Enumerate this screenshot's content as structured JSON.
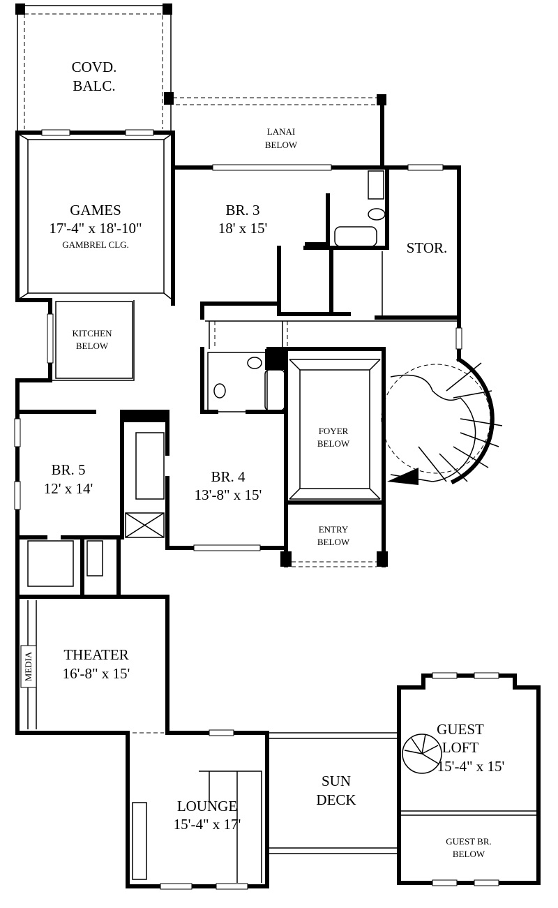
{
  "rooms": {
    "covd_balc": {
      "line1": "COVD.",
      "line2": "BALC."
    },
    "lanai": {
      "line1": "LANAI",
      "line2": "BELOW"
    },
    "games": {
      "name": "GAMES",
      "size": "17'-4\" x 18'-10\"",
      "note": "GAMBREL CLG."
    },
    "br3": {
      "name": "BR. 3",
      "size": "18' x 15'"
    },
    "stor": {
      "name": "STOR."
    },
    "kitchen": {
      "line1": "KITCHEN",
      "line2": "BELOW"
    },
    "foyer": {
      "line1": "FOYER",
      "line2": "BELOW"
    },
    "br5": {
      "name": "BR. 5",
      "size": "12' x 14'"
    },
    "br4": {
      "name": "BR. 4",
      "size": "13'-8\" x 15'"
    },
    "entry": {
      "line1": "ENTRY",
      "line2": "BELOW"
    },
    "theater": {
      "name": "THEATER",
      "size": "16'-8\" x 15'",
      "media": "MEDIA"
    },
    "guest_loft": {
      "line1": "GUEST",
      "line2": "LOFT",
      "size": "15'-4\" x 15'"
    },
    "sun_deck": {
      "line1": "SUN",
      "line2": "DECK"
    },
    "lounge": {
      "name": "LOUNGE",
      "size": "15'-4\" x 17'"
    },
    "guest_br": {
      "line1": "GUEST BR.",
      "line2": "BELOW"
    }
  }
}
